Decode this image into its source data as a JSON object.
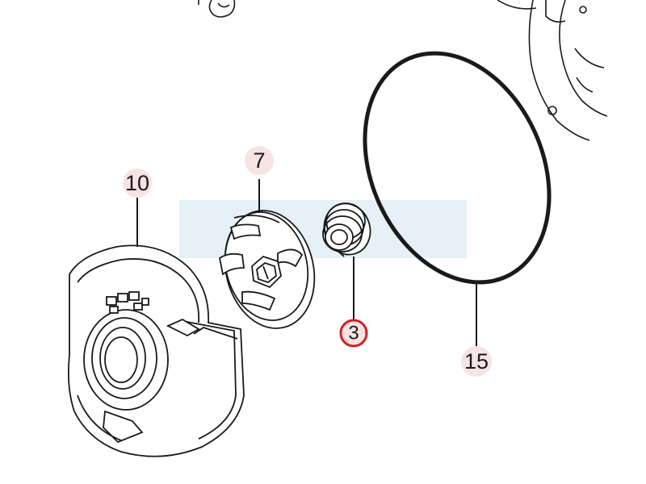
{
  "diagram": {
    "colors": {
      "line": "#1a1a1a",
      "callout_bubble": "#f7e3e3",
      "selected_ring": "#cc2222",
      "watermark": "#cfe3f1"
    },
    "parts": [
      {
        "id": "part-10",
        "label": "10",
        "selected": false
      },
      {
        "id": "part-7",
        "label": "7",
        "selected": false
      },
      {
        "id": "part-3",
        "label": "3",
        "selected": true
      },
      {
        "id": "part-15",
        "label": "15",
        "selected": false
      }
    ]
  }
}
